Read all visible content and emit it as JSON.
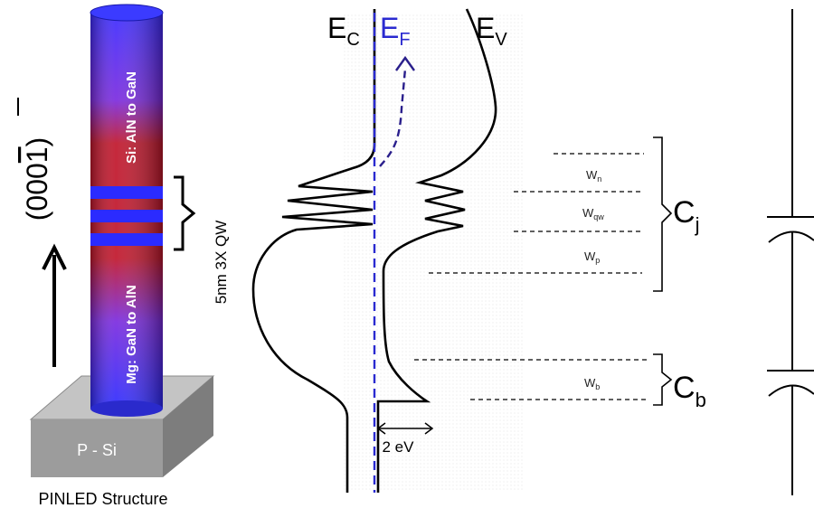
{
  "nanowire": {
    "substrate_label": "P - Si",
    "structure_caption": "PINLED Structure",
    "direction_label": "(000",
    "direction_digit_bar": "1",
    "direction_close": ")",
    "upper_segment_label": "Si: AlN to GaN",
    "lower_segment_label": "Mg: GaN to AlN",
    "qw_label": "5nm 3X QW"
  },
  "band_diagram": {
    "ec_main": "E",
    "ec_sub": "C",
    "ef_main": "E",
    "ef_sub": "F",
    "ev_main": "E",
    "ev_sub": "V",
    "scale_label": "2 eV",
    "widths": [
      {
        "main": "W",
        "sub": "n"
      },
      {
        "main": "W",
        "sub": "qw"
      },
      {
        "main": "W",
        "sub": "p"
      },
      {
        "main": "W",
        "sub": "b"
      }
    ],
    "cap_junction": {
      "main": "C",
      "sub": "j"
    },
    "cap_barrier": {
      "main": "C",
      "sub": "b"
    }
  },
  "colors": {
    "wire_blue": "#2b2bff",
    "wire_red": "#c0162b",
    "fermi_level": "#2a2ad0",
    "fermi_arrow": "#2a1f8c",
    "substrate_top": "#bdbdbd",
    "substrate_front": "#9a9a9a"
  }
}
